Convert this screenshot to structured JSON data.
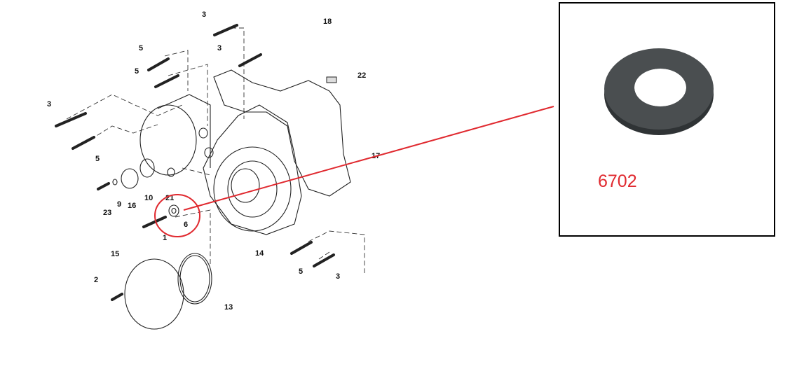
{
  "diagram": {
    "labels": [
      "3",
      "18",
      "5",
      "3",
      "5",
      "22",
      "3",
      "5",
      "17",
      "23",
      "9",
      "16",
      "10",
      "21",
      "6",
      "1",
      "14",
      "15",
      "2",
      "5",
      "3",
      "13"
    ],
    "highlighted_part_label": "6",
    "highlight_color": "#e0292f"
  },
  "detail": {
    "part_number": "6702",
    "part_image": "flat-washer",
    "part_color": "#4a4e50"
  }
}
